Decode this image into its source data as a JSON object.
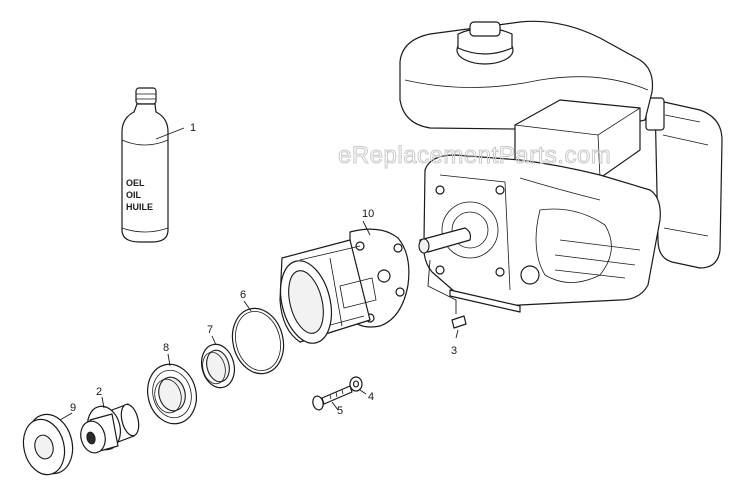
{
  "watermark": "eReplacementParts.com",
  "bottle_label": [
    "OEL",
    "OIL",
    "HUILE"
  ],
  "callouts": {
    "c1": "1",
    "c2": "2",
    "c3": "3",
    "c4": "4",
    "c5": "5",
    "c6": "6",
    "c7": "7",
    "c8": "8",
    "c9": "9",
    "c10": "10"
  }
}
